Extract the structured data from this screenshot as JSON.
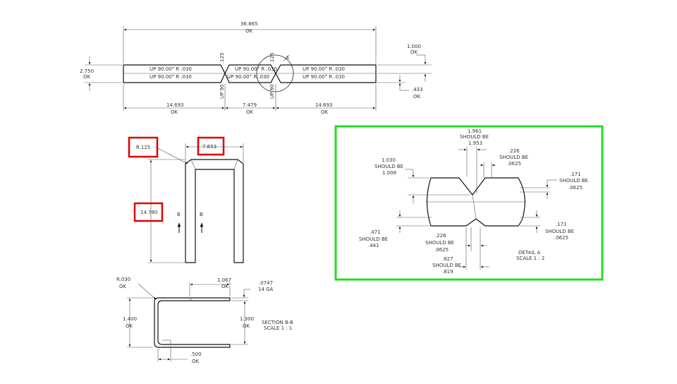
{
  "flat_pattern": {
    "overall_length": "36.865",
    "overall_status": "OK",
    "width": "2.750",
    "width_status": "OK",
    "right_tab": "1.000",
    "right_tab_status": "OK",
    "right_offset": ".433",
    "right_offset_status": "OK",
    "seg_left": "14.693",
    "seg_left_status": "OK",
    "seg_mid": "7.479",
    "seg_mid_status": "OK",
    "seg_right": "14.693",
    "seg_right_status": "OK",
    "bend_note": "UP 90.00° R .030",
    "bend_note_short": "UP 90.00° R .030",
    "vertical_dim": ".125",
    "vertical_bend": "UP 90",
    "detail_callout": "A"
  },
  "side_view": {
    "radius": "R.125",
    "width": "7.653",
    "height": "14.780",
    "section_letter": "B"
  },
  "section_bb": {
    "radius": "R.030",
    "radius_status": "OK",
    "length": "1.067",
    "length_status": "OK",
    "thickness": ".0747",
    "gauge": "14 GA",
    "outer_height": "1.400",
    "outer_status": "OK",
    "inner_height": "1.300",
    "inner_status": "OK",
    "bottom": ".500",
    "bottom_status": "OK",
    "title": "SECTION B-B",
    "scale": "SCALE 1 : 1"
  },
  "detail_a": {
    "top_dim": "1.961",
    "top_should": "SHOULD BE",
    "top_correct": "1.953",
    "left_dim": "1.030",
    "left_should": "SHOULD BE",
    "left_correct": "1.008",
    "notch_top_dim": ".226",
    "notch_top_should": "SHOULD BE",
    "notch_top_correct": ".0625",
    "right_dim": ".171",
    "right_should": "SHOULD BE",
    "right_correct": ".0625",
    "lower_left_dim": ".471",
    "lower_left_should": "SHOULD BE",
    "lower_left_correct": ".441",
    "notch_bot_dim": ".226",
    "notch_bot_should": "SHOULD BE",
    "notch_bot_correct": ".0625",
    "lower_right_dim": ".171",
    "lower_right_should": "SHOULD BE",
    "lower_right_correct": ".0625",
    "bottom_dim": ".827",
    "bottom_should": "SHOULD BE",
    "bottom_correct": ".819",
    "title": "DETAIL A",
    "scale": "SCALE 1 : 2"
  },
  "colors": {
    "highlight_red": "#e00000",
    "highlight_green": "#22dd22"
  }
}
